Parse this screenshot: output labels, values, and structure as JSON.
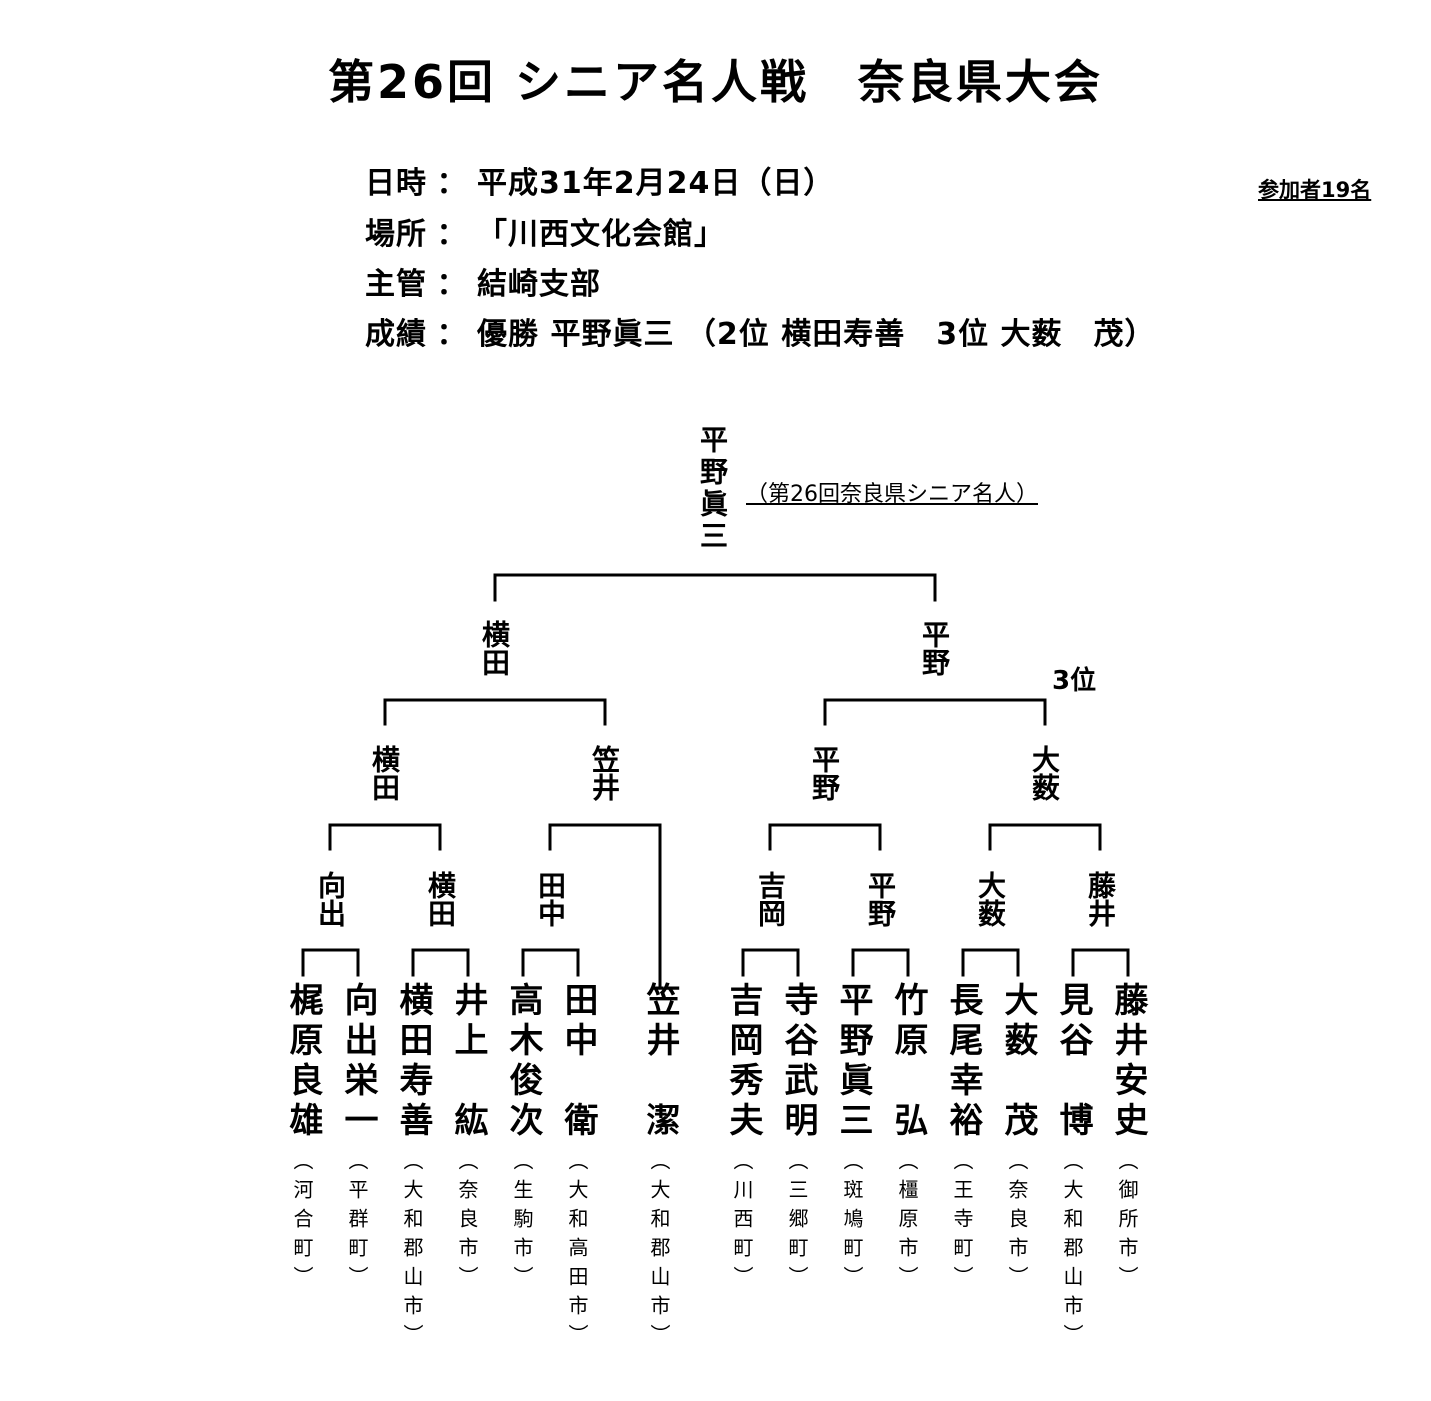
{
  "header": {
    "title": "第26回 シニア名人戦　奈良県大会",
    "participants": "参加者19名"
  },
  "info": {
    "date": {
      "label": "日時",
      "colon": "：",
      "value": "平成31年2月24日（日）"
    },
    "venue": {
      "label": "場所",
      "colon": "：",
      "value": "「川西文化会館」"
    },
    "organizer": {
      "label": "主管",
      "colon": "：",
      "value": "結崎支部"
    },
    "results": {
      "label": "成績",
      "colon": "：",
      "value": "優勝 平野眞三 （2位 横田寿善　3位 大薮　茂）"
    }
  },
  "bracket": {
    "champion": "平野眞三",
    "champion_title": "（第26回奈良県シニア名人）",
    "third_place_label": "3位",
    "final": [
      "横田",
      "平野"
    ],
    "semifinal": [
      "横田",
      "笠井",
      "平野",
      "大薮"
    ],
    "quarterfinal": [
      "向出",
      "横田",
      "田中",
      "吉岡",
      "平野",
      "大薮",
      "藤井"
    ],
    "players": [
      {
        "name": "梶原良雄",
        "city": "（河合町）"
      },
      {
        "name": "向出栄一",
        "city": "（平群町）"
      },
      {
        "name": "横田寿善",
        "city": "（大和郡山市）"
      },
      {
        "name": "井上　紘",
        "city": "（奈良市）"
      },
      {
        "name": "高木俊次",
        "city": "（生駒市）"
      },
      {
        "name": "田中　衛",
        "city": "（大和高田市）"
      },
      {
        "name": "笠井　潔",
        "city": "（大和郡山市）"
      },
      {
        "name": "吉岡秀夫",
        "city": "（川西町）"
      },
      {
        "name": "寺谷武明",
        "city": "（三郷町）"
      },
      {
        "name": "平野眞三",
        "city": "（斑鳩町）"
      },
      {
        "name": "竹原　弘",
        "city": "（橿原市）"
      },
      {
        "name": "長尾幸裕",
        "city": "（王寺町）"
      },
      {
        "name": "大薮　茂",
        "city": "（奈良市）"
      },
      {
        "name": "見谷　博",
        "city": "（大和郡山市）"
      },
      {
        "name": "藤井安史",
        "city": "（御所市）"
      }
    ]
  }
}
